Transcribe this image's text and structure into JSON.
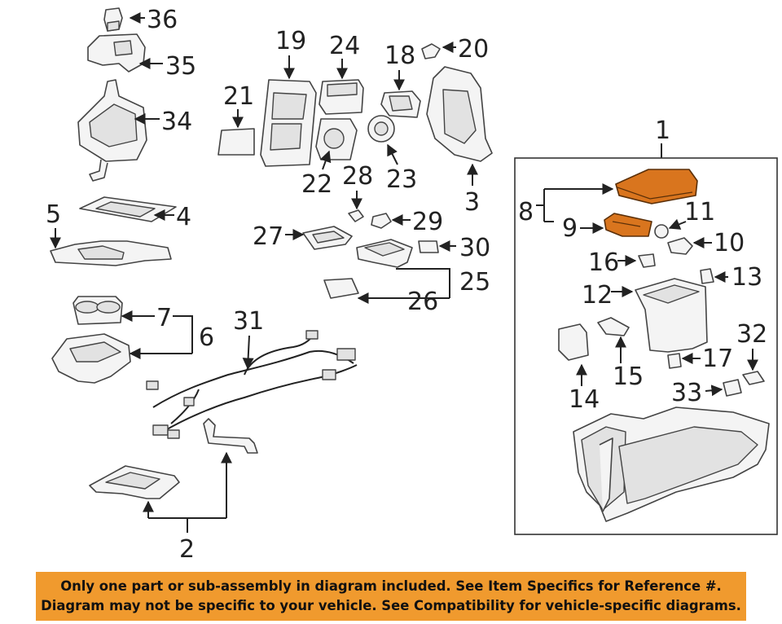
{
  "callouts": {
    "n1": "1",
    "n2": "2",
    "n3": "3",
    "n4": "4",
    "n5": "5",
    "n6": "6",
    "n7": "7",
    "n8": "8",
    "n9": "9",
    "n10": "10",
    "n11": "11",
    "n12": "12",
    "n13": "13",
    "n14": "14",
    "n15": "15",
    "n16": "16",
    "n17": "17",
    "n18": "18",
    "n19": "19",
    "n20": "20",
    "n21": "21",
    "n22": "22",
    "n23": "23",
    "n24": "24",
    "n25": "25",
    "n26": "26",
    "n27": "27",
    "n28": "28",
    "n29": "29",
    "n30": "30",
    "n31": "31",
    "n32": "32",
    "n33": "33",
    "n34": "34",
    "n35": "35",
    "n36": "36"
  },
  "highlighted_parts": [
    "8",
    "9"
  ],
  "colors": {
    "highlight": "#d9751e",
    "banner": "#f09a2e"
  },
  "banner": {
    "line1": "Only one part or sub-assembly in diagram included. See Item Specifics for Reference #.",
    "line2": "Diagram may not be specific to your vehicle. See Compatibility for vehicle-specific diagrams."
  }
}
